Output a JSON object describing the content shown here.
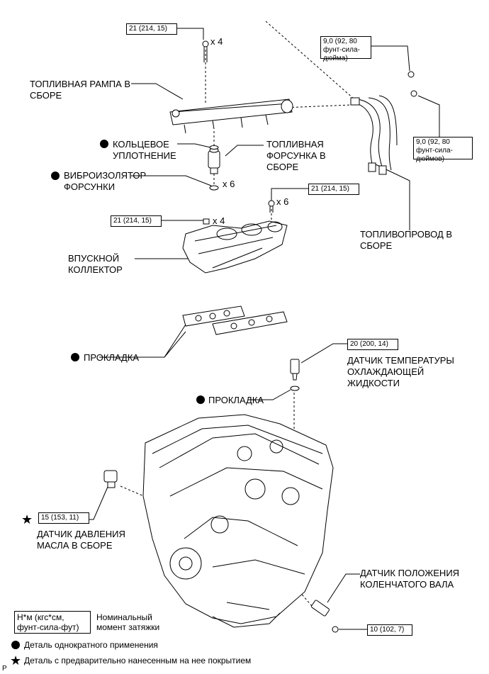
{
  "torque": {
    "rail_bolt": "21 (214, 15)",
    "bracket_upper": "9,0 (92, 80 фунт-сила-дюйма)",
    "bracket_lower": "9,0 (92, 80 фунт-сила-дюймов)",
    "manifold_stud": "21 (214, 15)",
    "manifold_nut": "21 (214, 15)",
    "temp_sensor": "20 (200, 14)",
    "oil_sensor": "15 (153, 11)",
    "crank_sensor": "10 (102, 7)"
  },
  "quantities": {
    "rail_bolt": "x 4",
    "insulator": "x 6",
    "manifold_stud": "x 6",
    "manifold_nut": "x 4"
  },
  "labels": {
    "fuel_rail": "ТОПЛИВНАЯ РАМПА В СБОРЕ",
    "o_ring": "КОЛЬЦЕВОЕ УПЛОТНЕНИЕ",
    "injector": "ТОПЛИВНАЯ ФОРСУНКА В СБОРЕ",
    "insulator": "ВИБРОИЗОЛЯТОР ФОРСУНКИ",
    "fuel_pipe": "ТОПЛИВОПРОВОД В СБОРЕ",
    "intake_manifold": "ВПУСКНОЙ КОЛЛЕКТОР",
    "gasket_manifold": "ПРОКЛАДКА",
    "temp_sensor": "ДАТЧИК ТЕМПЕРАТУРЫ ОХЛАЖДАЮЩЕЙ ЖИДКОСТИ",
    "gasket_sensor": "ПРОКЛАДКА",
    "oil_sensor": "ДАТЧИК ДАВЛЕНИЯ МАСЛА В СБОРЕ",
    "crank_sensor": "ДАТЧИК ПОЛОЖЕНИЯ КОЛЕНЧАТОГО ВАЛА"
  },
  "legend": {
    "torque_units": "Н*м (кгс*см, фунт-сила-фут)",
    "torque_desc": "Номинальный момент затяжки",
    "non_reusable": "Деталь однократного применения",
    "precoated": "Деталь с предварительно нанесенным на нее покрытием"
  },
  "corner_mark": "P"
}
